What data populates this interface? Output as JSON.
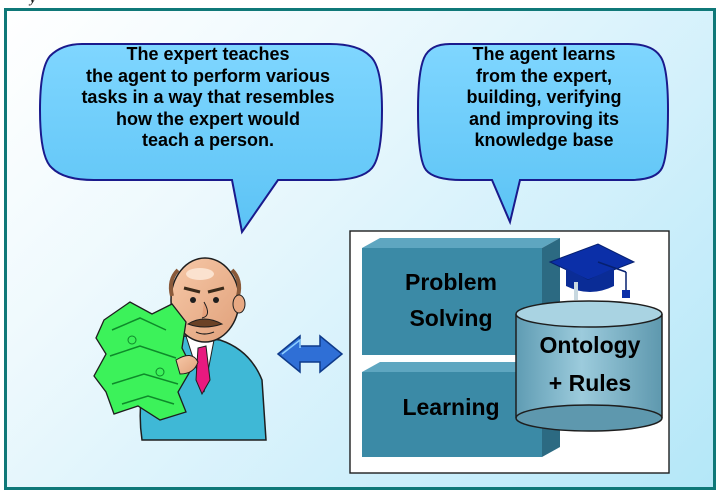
{
  "header": {
    "caption": "y"
  },
  "bubble_left": {
    "lines": [
      "The expert teaches",
      "the agent to perform various",
      "tasks in a way that resembles",
      "how the expert would",
      "teach a person."
    ]
  },
  "bubble_right": {
    "lines": [
      "The agent learns",
      "from the expert,",
      "building, verifying",
      "and improving its",
      "knowledge base"
    ]
  },
  "agent": {
    "problem_solving": [
      "Problem",
      "Solving"
    ],
    "learning": "Learning",
    "knowledge_base": [
      "Ontology",
      "+ Rules"
    ]
  },
  "icons": {
    "expert": "expert-with-money-icon",
    "arrow": "double-headed-arrow-icon",
    "cap": "graduation-cap-icon",
    "database": "database-cylinder-icon"
  },
  "colors": {
    "frame_border": "#0f7878",
    "bubble_fill": "#66ccff",
    "bubble_border": "#1a1a8c",
    "box_front": "#3b8aa6",
    "box_top": "#5ea6c0",
    "box_side": "#2c6a82",
    "cylinder": "#7fb5c9",
    "arrow_fill": "#2f6fd6",
    "cap": "#0b2fa8"
  }
}
